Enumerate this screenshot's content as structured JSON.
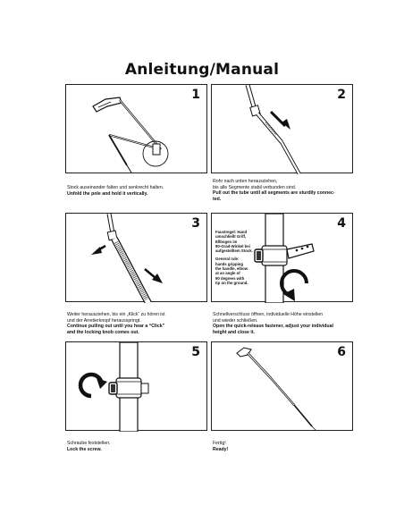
{
  "title": "Anleitung/Manual",
  "steps": [
    {
      "number": "1",
      "de": [
        "Stock auseinander falten und senkrecht halten."
      ],
      "en": [
        "Unfold the pole and hold it vertically."
      ]
    },
    {
      "number": "2",
      "de": [
        "Rohr nach unten herausziehen,",
        "bis alle Segmente stabil verbunden sind."
      ],
      "en": [
        "Pull out the tube until all segments are sturdily connec-",
        "ted."
      ]
    },
    {
      "number": "3",
      "de": [
        "Weiter herausziehen, bis ein „Klick“ zu hören ist",
        "und der Arretierknopf herausspringt."
      ],
      "en": [
        "Continue pulling out until you hear a “Click”",
        "and the locking knob comes out."
      ]
    },
    {
      "number": "4",
      "de": [
        "Schnellverschluss öffnen, individuelle Höhe einstellen",
        "und wieder schließen."
      ],
      "en": [
        "Open the quick-release fastener, adjust your individual",
        "height and close it."
      ]
    },
    {
      "number": "5",
      "de": [
        "Schraube feststellen."
      ],
      "en": [
        "Lock the screw."
      ]
    },
    {
      "number": "6",
      "de": [
        "Fertig!"
      ],
      "en": [
        "Ready!"
      ]
    }
  ],
  "step4_note": {
    "de": [
      "Faustregel: Hand",
      "umschließt Griff,",
      "Ellbogen im",
      "90-Grad-Winkel bei",
      "aufgestelltem Stock."
    ],
    "en": [
      "General rule:",
      "hands gripping",
      "the handle, elbow",
      "at an angle of",
      "90 degrees with",
      "tip on the ground."
    ]
  }
}
